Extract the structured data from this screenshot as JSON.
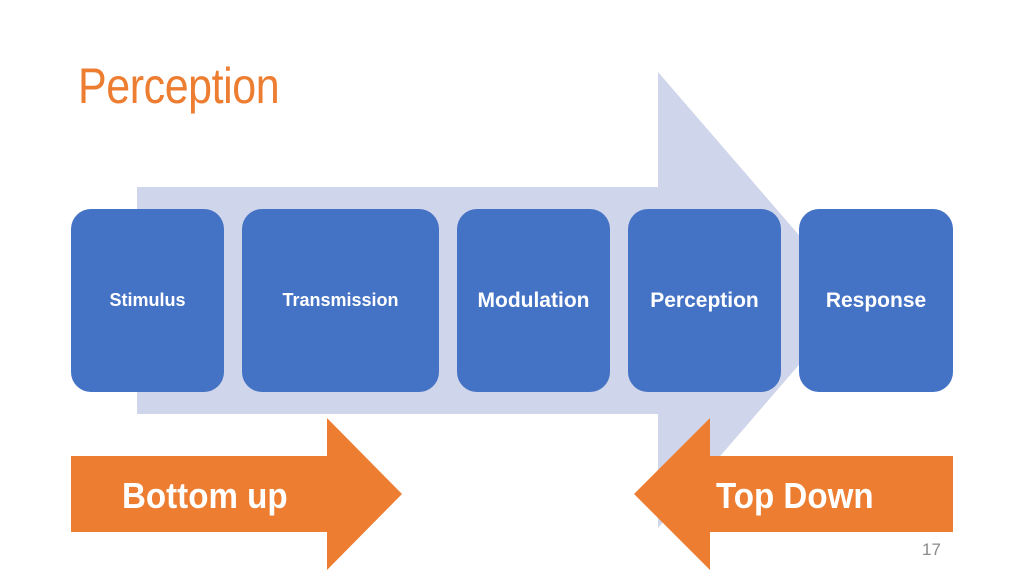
{
  "slide": {
    "title": "Perception",
    "page_number": "17"
  },
  "process": {
    "steps": [
      {
        "label": "Stimulus"
      },
      {
        "label": "Transmission"
      },
      {
        "label": "Modulation"
      },
      {
        "label": "Perception"
      },
      {
        "label": "Response"
      }
    ]
  },
  "directions": {
    "bottom_up": "Bottom up",
    "top_down": "Top Down"
  },
  "colors": {
    "title": "#ED7D31",
    "step_fill": "#4472C4",
    "flow_arrow": "#CFD5EA",
    "direction_arrow": "#ED7D31"
  }
}
